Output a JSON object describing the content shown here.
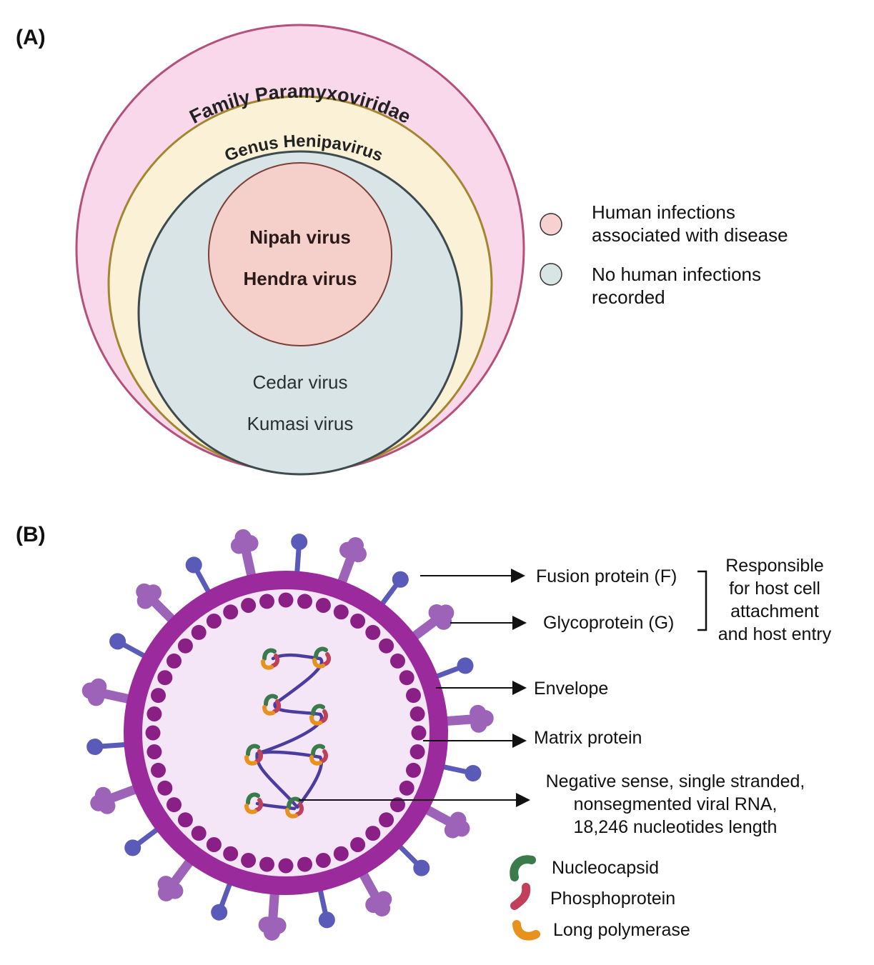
{
  "panel_a": {
    "label": "(A)",
    "family_label": "Family Paramyxoviridae",
    "genus_label": "Genus Henipavirus",
    "pathogenic_viruses": [
      "Nipah virus",
      "Hendra virus"
    ],
    "other_viruses": [
      "Cedar virus",
      "Kumasi virus"
    ],
    "legend": [
      {
        "lines": [
          "Human infections",
          "associated with disease"
        ],
        "color": "#f6d1cf"
      },
      {
        "lines": [
          "No human infections",
          "recorded"
        ],
        "color": "#d7e5e5"
      }
    ],
    "colors": {
      "family_fill": "#fad8ec",
      "family_stroke": "#b4507a",
      "genus_fill": "#fbf1d6",
      "genus_stroke": "#a48530",
      "nonhuman_fill": "#d8e4e5",
      "nonhuman_stroke": "#3e4a4e",
      "human_fill": "#f5d0cb",
      "human_stroke": "#7d3e36"
    }
  },
  "panel_b": {
    "label": "(B)",
    "labels": {
      "fusion": "Fusion protein (F)",
      "glyco": "Glycoprotein (G)",
      "envelope": "Envelope",
      "matrix": "Matrix protein",
      "rna": [
        "Negative sense, single stranded,",
        "nonsegmented viral RNA,",
        "18,246 nucleotides length"
      ],
      "bracket": [
        "Responsible",
        "for host cell",
        "attachment",
        "and host entry"
      ]
    },
    "legend": [
      {
        "label": "Nucleocapsid",
        "color": "#3b7a4a"
      },
      {
        "label": "Phosphoprotein",
        "color": "#c0405a"
      },
      {
        "label": "Long polymerase",
        "color": "#e8921e"
      }
    ],
    "colors": {
      "envelope": "#9b2a9c",
      "matrix": "#8a1f86",
      "interior": "#f4e6f7",
      "g_protein": "#5a5ab8",
      "f_protein": "#9c63b8",
      "rna": "#4b3da0"
    }
  }
}
